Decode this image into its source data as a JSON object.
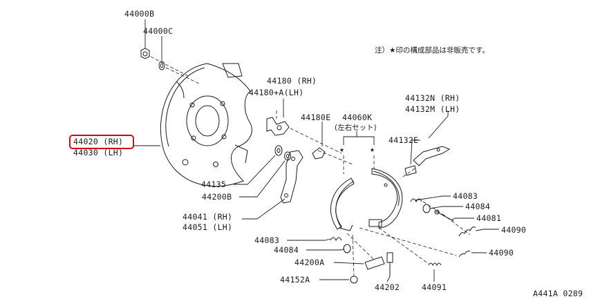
{
  "labels": {
    "p44000B": "44000B",
    "p44000C": "44000C",
    "p44180_rh": "44180  (RH)",
    "p44180A_lh": "44180+A(LH)",
    "p44180E": "44180E",
    "p44060K": "44060K",
    "p44060K_sub": "(左右セット)",
    "p44132N": "44132N (RH)",
    "p44132M": "44132M (LH)",
    "p44132E": "44132E",
    "p44020": "44020 (RH)",
    "p44030": "44030 (LH)",
    "p44135": "44135",
    "p44200B": "44200B",
    "p44041": "44041 (RH)",
    "p44051": "44051 (LH)",
    "p44083_right": "44083",
    "p44084_right": "44084",
    "p44081": "44081",
    "p44090_upper": "44090",
    "p44090_lower": "44090",
    "p44083_left": "44083",
    "p44084_left": "44084",
    "p44200A": "44200A",
    "p44152A": "44152A",
    "p44202": "44202",
    "p44091": "44091"
  },
  "note": "注）★印の構成部品は非販売です。",
  "star_symbol": "★",
  "figure_code": "A441A 0289",
  "highlight_color": "#d0021b"
}
